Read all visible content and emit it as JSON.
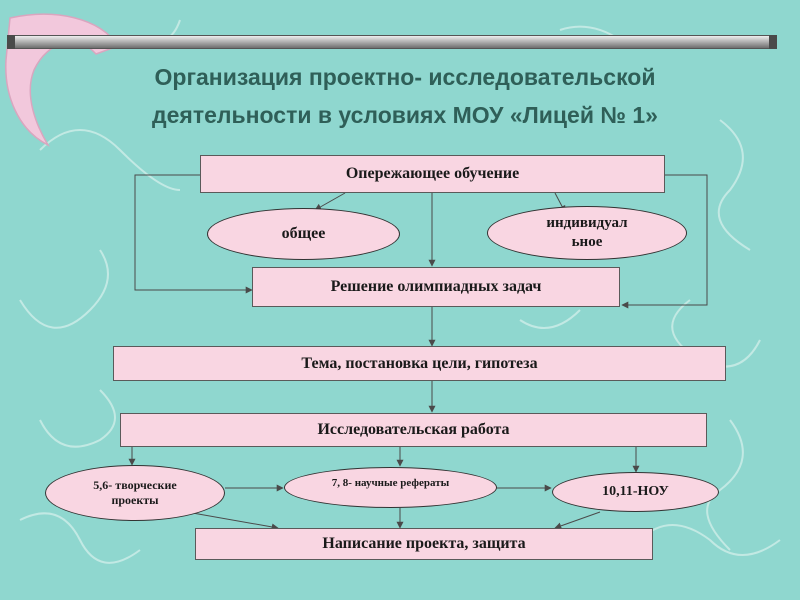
{
  "title": {
    "line1": "Организация проектно- исследовательской",
    "line2": "деятельности в условиях МОУ «Лицей № 1»"
  },
  "diagram": {
    "advanced_learning": "Опережающее обучение",
    "general": "общее",
    "individual": "индивидуал ьное",
    "olympiad": "Решение олимпиадных задач",
    "topic": "Тема, постановка цели, гипотеза",
    "research": "Исследовательская работа",
    "grades_5_6": "5,6- творческие проекты",
    "grades_7_8": "7, 8- научные рефераты",
    "grades_10_11": "10,11-НОУ",
    "writing": "Написание проекта, защита"
  },
  "colors": {
    "background": "#8fd7cf",
    "box_fill": "#f9d6e2",
    "title_text": "#2f5f58",
    "decor_pink": "#f2c8dc"
  }
}
